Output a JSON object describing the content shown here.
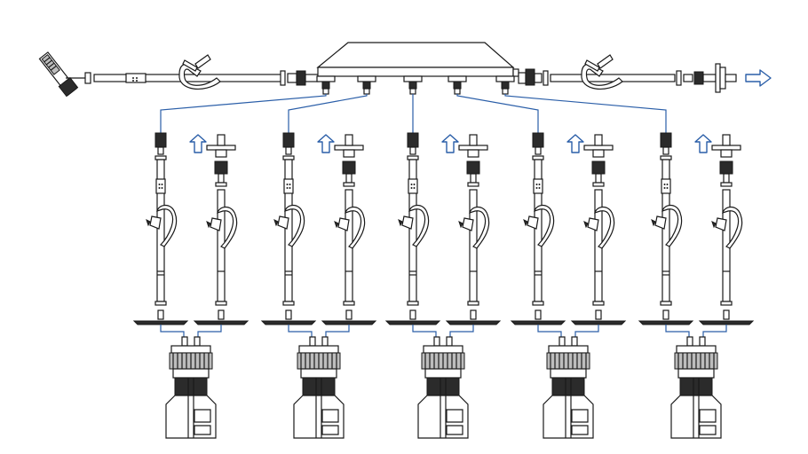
{
  "diagram": {
    "kind": "single-use manifold tubing assembly",
    "colors": {
      "line": "#1a1a1a",
      "connector_blue": "#2a5ea8",
      "dark_part": "#2b2b2b",
      "background": "#ffffff"
    },
    "manifold_ports": 5,
    "branch_pairs": 5,
    "bottles": 5,
    "icons": [
      "flow-arrow-right-icon",
      "flow-arrow-up-icon",
      "pinch-clamp-icon",
      "luer-connector-icon",
      "vent-filter-icon",
      "bottle-icon"
    ]
  }
}
